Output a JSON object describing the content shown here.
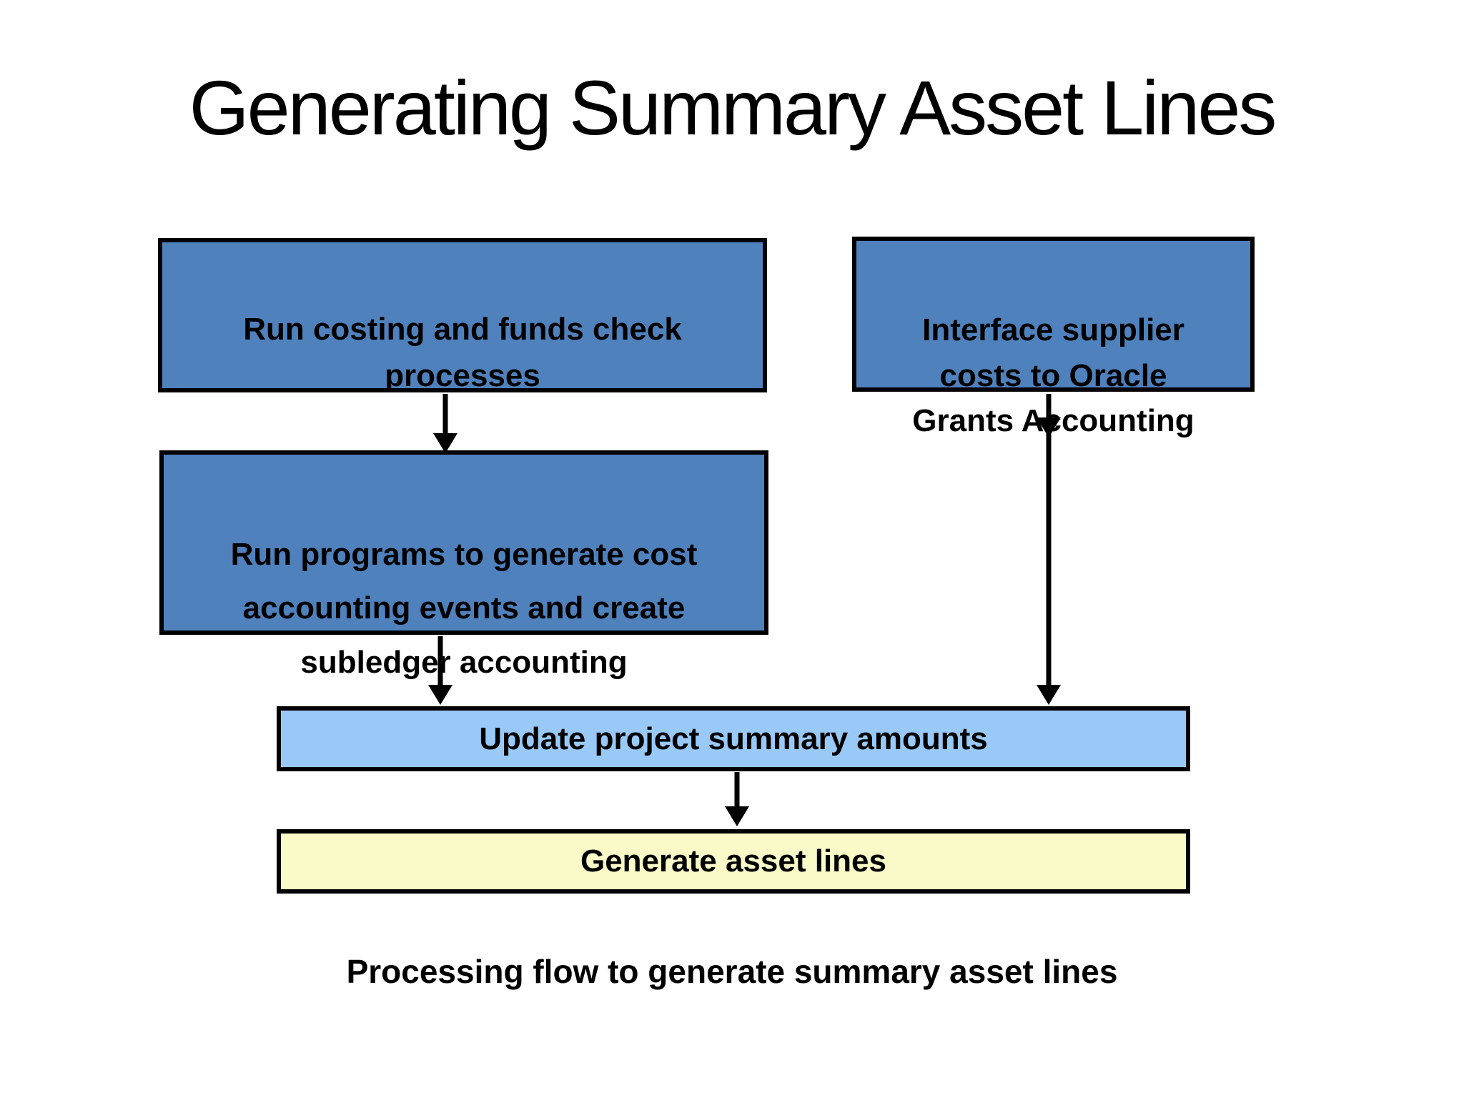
{
  "title": "Generating Summary Asset Lines",
  "caption": "Processing flow to generate summary asset lines",
  "colors": {
    "box_dark_blue": "#4F81BD",
    "box_light_blue": "#99C9F7",
    "box_yellow": "#FAFAC8",
    "border": "#000000",
    "text": "#000000",
    "background": "#FFFFFF"
  },
  "diagram": {
    "nodes": [
      {
        "id": "run-costing",
        "text": "Run costing and funds check\nprocesses",
        "fill": "dark_blue"
      },
      {
        "id": "interface-supplier",
        "text": "Interface supplier\ncosts to Oracle\nGrants Accounting",
        "fill": "dark_blue"
      },
      {
        "id": "run-programs",
        "text": "Run programs to generate cost\naccounting events and create\nsubledger accounting",
        "fill": "dark_blue"
      },
      {
        "id": "update-summary",
        "text": "Update project summary amounts",
        "fill": "light_blue"
      },
      {
        "id": "generate-asset-lines",
        "text": "Generate asset lines",
        "fill": "yellow"
      }
    ],
    "edges": [
      {
        "from": "run-costing",
        "to": "run-programs"
      },
      {
        "from": "run-programs",
        "to": "update-summary"
      },
      {
        "from": "interface-supplier",
        "to": "update-summary"
      },
      {
        "from": "update-summary",
        "to": "generate-asset-lines"
      }
    ]
  }
}
